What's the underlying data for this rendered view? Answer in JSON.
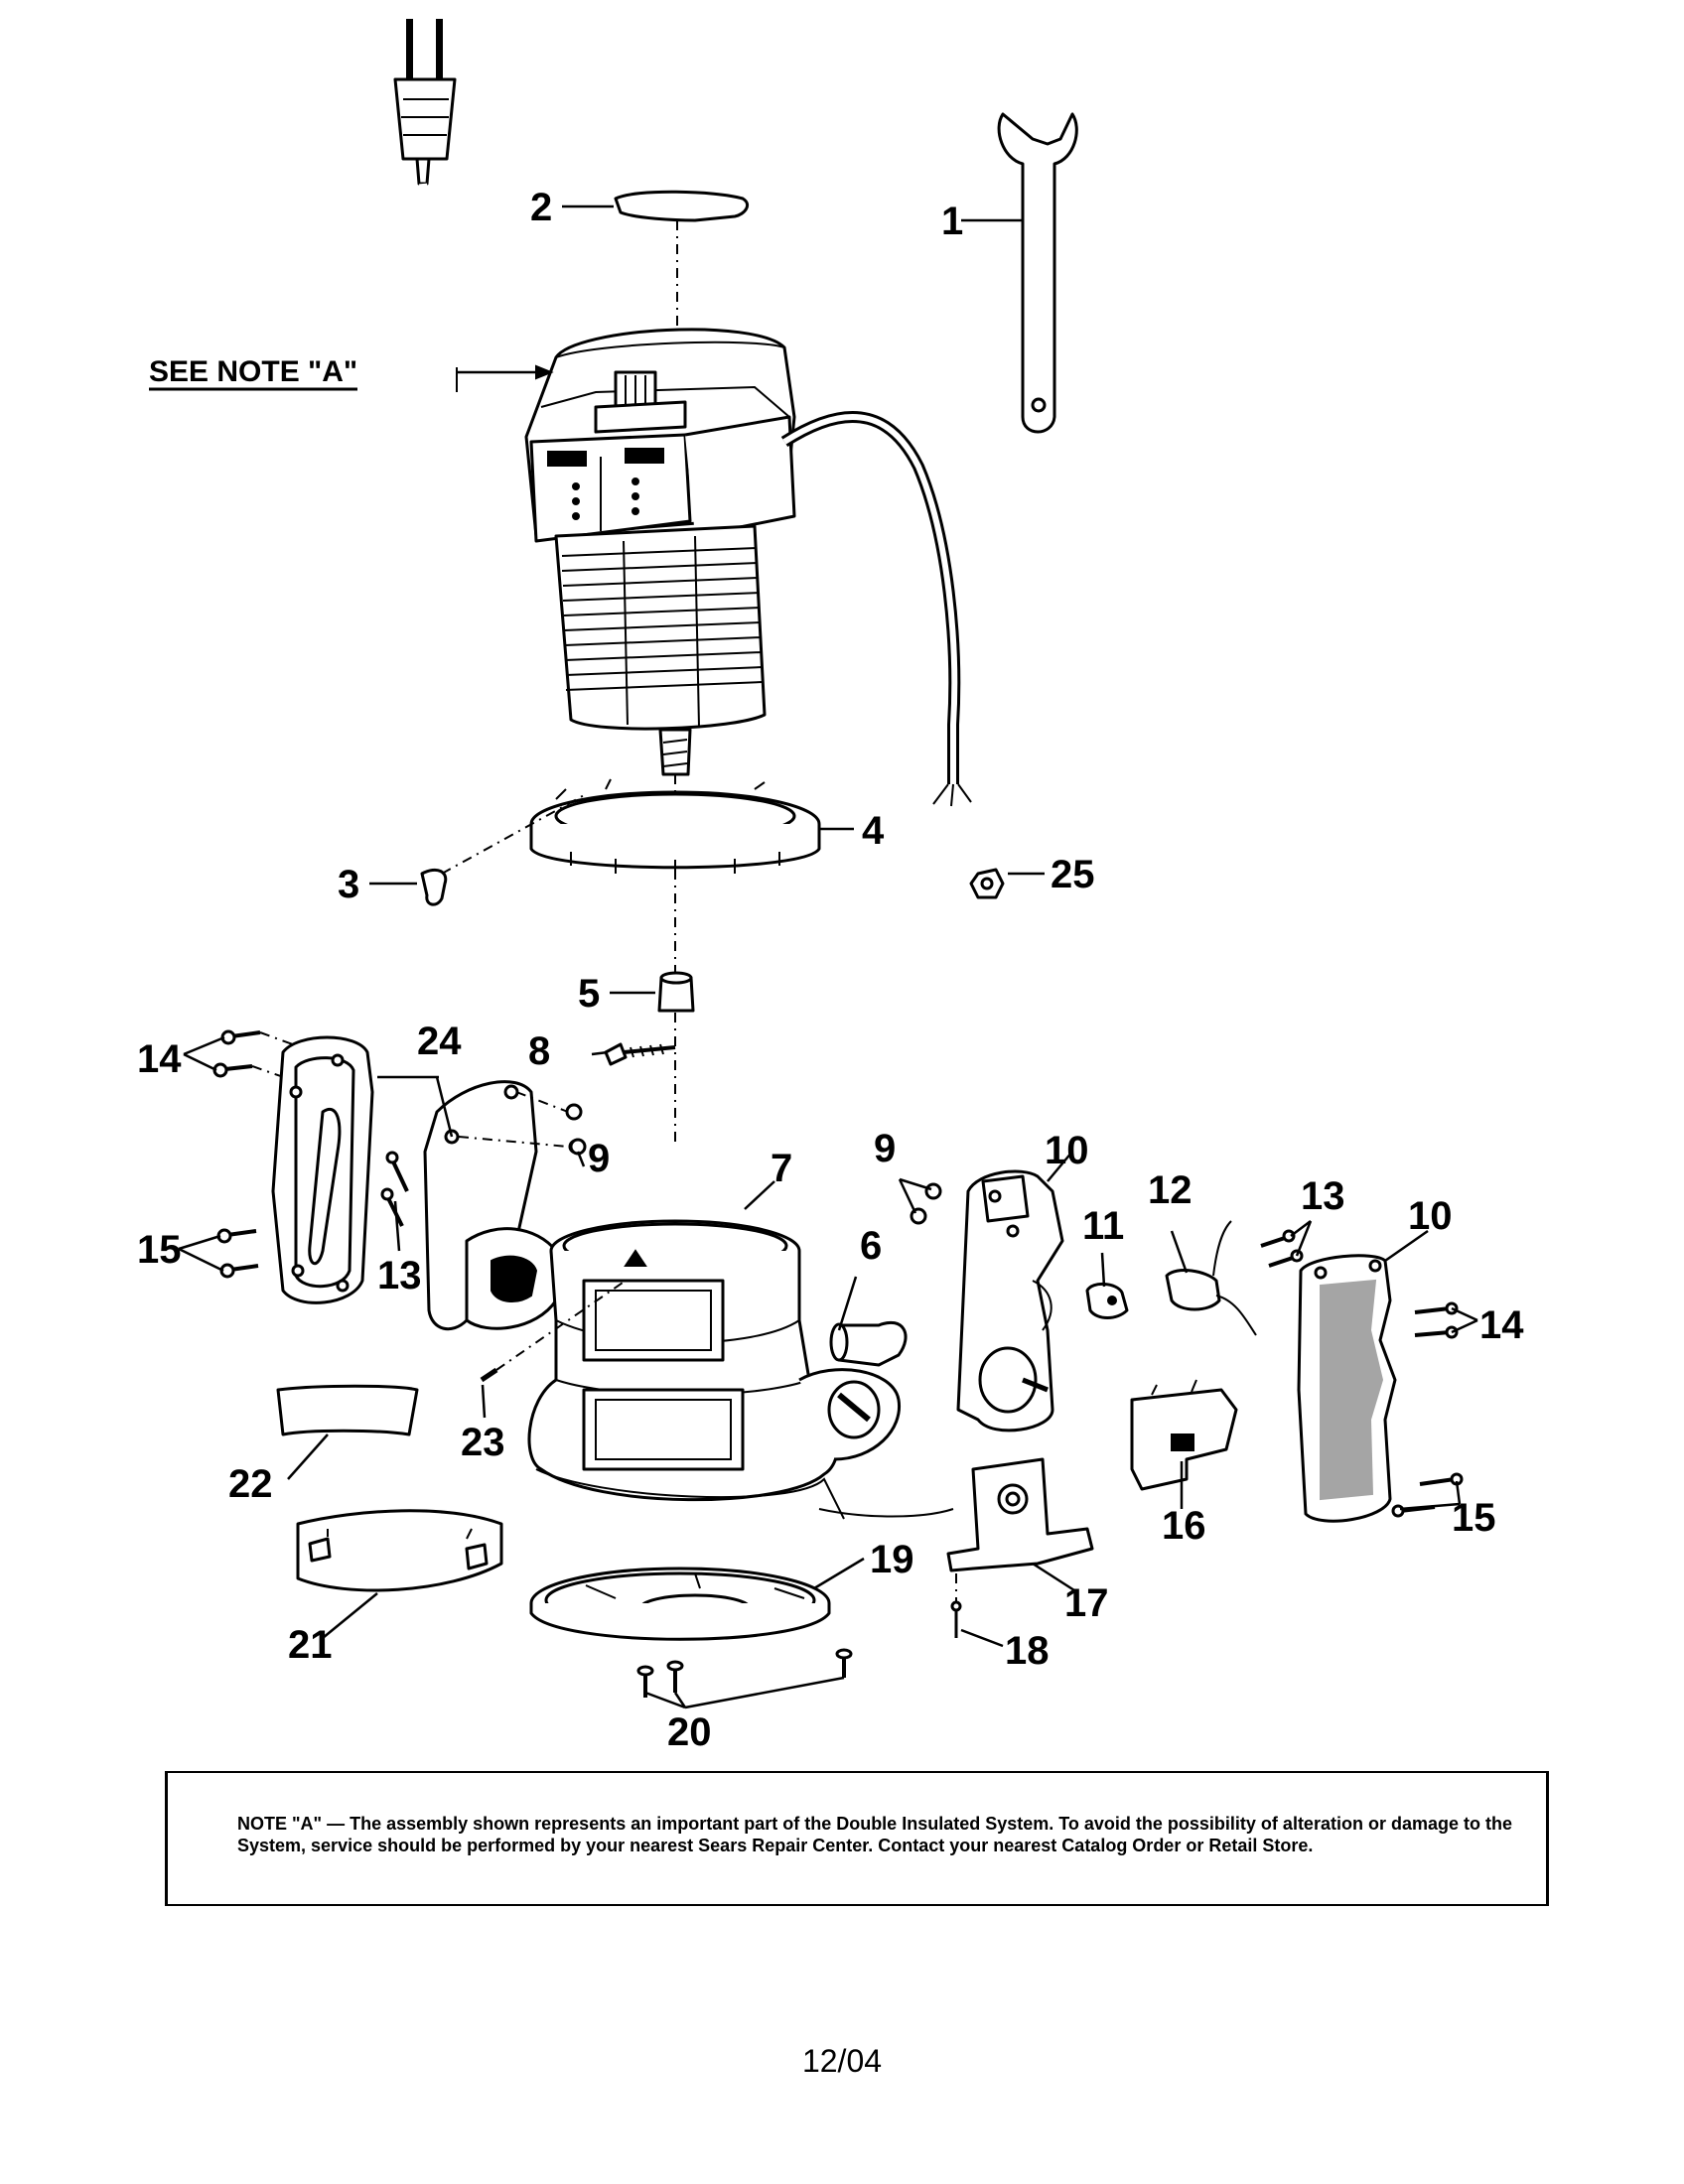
{
  "see_note": "SEE NOTE \"A\"",
  "callouts": [
    "1",
    "2",
    "3",
    "4",
    "5",
    "6",
    "7",
    "8",
    "9",
    "9",
    "10",
    "10",
    "11",
    "12",
    "13",
    "13",
    "14",
    "14",
    "15",
    "15",
    "16",
    "17",
    "18",
    "19",
    "20",
    "21",
    "22",
    "23",
    "24",
    "25"
  ],
  "note": {
    "label": "NOTE \"A\"",
    "text": "— The assembly shown represents an important part of the Double Insulated System. To avoid the possibility of alteration or damage to the System, service should be performed by your nearest Sears Repair Center. Contact your nearest Catalog Order or Retail Store."
  },
  "footer": "12/04"
}
